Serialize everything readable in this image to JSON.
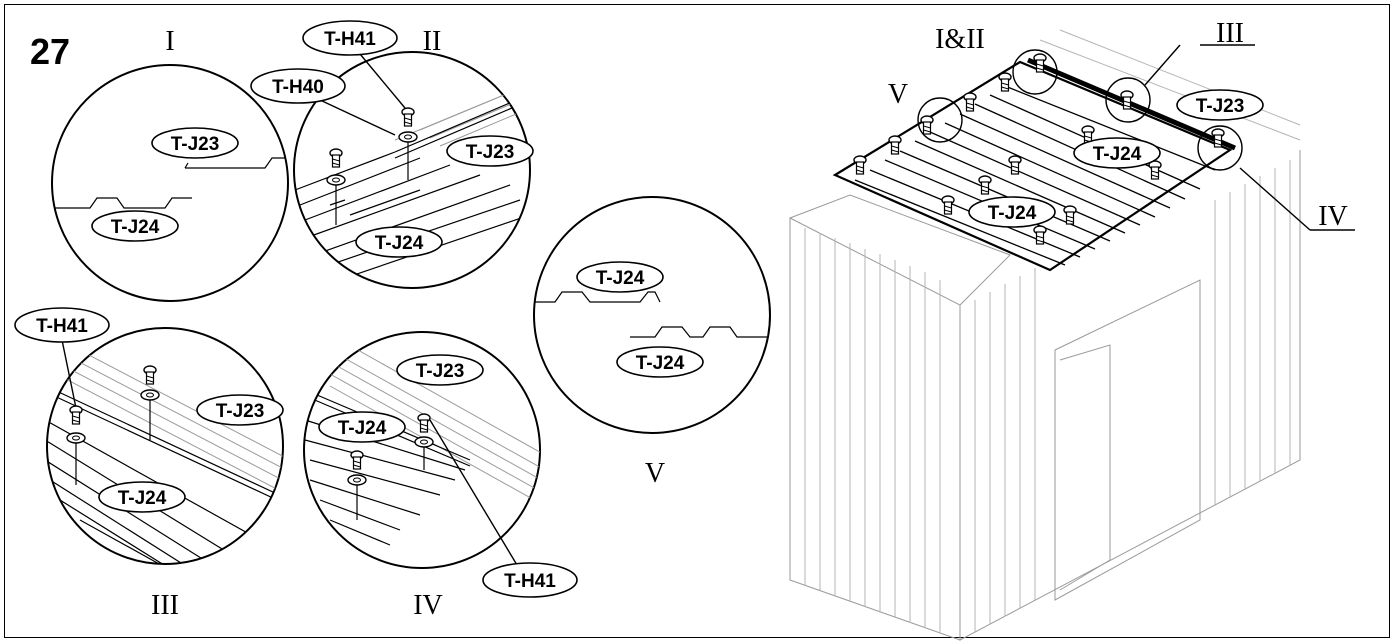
{
  "step_number": "27",
  "panels": {
    "I": {
      "title": "I",
      "label_top": "T-J23",
      "label_bottom": "T-J24"
    },
    "II": {
      "title": "II",
      "screw": "T-H41",
      "washer": "T-H40",
      "panel_top": "T-J23",
      "panel_bottom": "T-J24"
    },
    "III": {
      "title": "III",
      "screw": "T-H41",
      "panel_top": "T-J23",
      "panel_bottom": "T-J24"
    },
    "IV": {
      "title": "IV",
      "panel_top": "T-J23",
      "panel_mid": "T-J24",
      "screw": "T-H41"
    },
    "V": {
      "title": "V",
      "label_top": "T-J24",
      "label_bottom": "T-J24"
    }
  },
  "overview": {
    "callout_I_II": "I&II",
    "callout_III": "III",
    "callout_IV": "IV",
    "callout_V": "V",
    "label_J23": "T-J23",
    "label_J24_a": "T-J24",
    "label_J24_b": "T-J24"
  }
}
